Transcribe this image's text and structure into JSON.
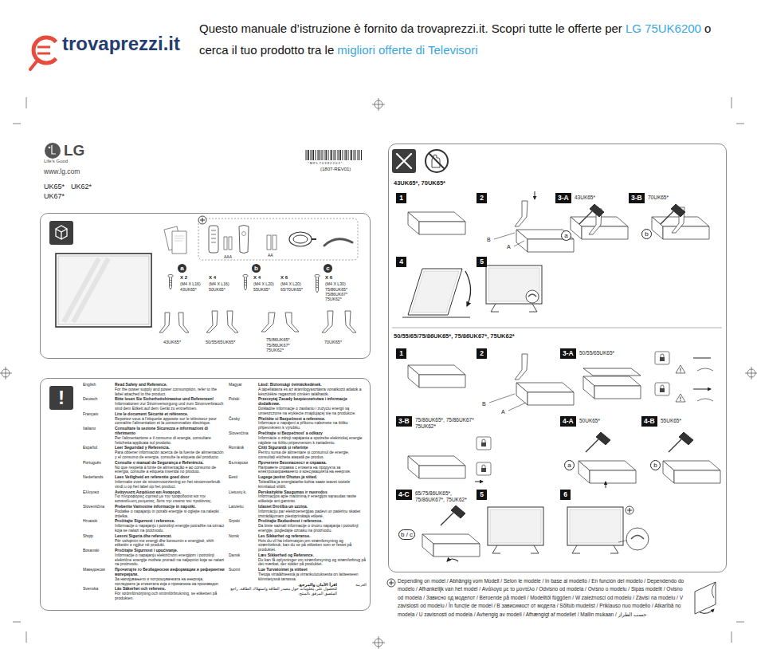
{
  "diagram": {
    "nodes": [
      {
        "text": [
          "AAA",
          "AA",
          "X 2",
          "(M4 X L16)",
          "43UK65*",
          "X 4",
          "(M4 X L16)",
          "50UK65*",
          "X 4",
          "(M4 X L20)",
          "55UK65*",
          "X 6",
          "(M4 X L20)",
          "65/70UK65*",
          "X 6",
          "(M4 X L30)",
          "75/86UK65* 75/86UK67* 75UK62*",
          "43UK65*",
          "50/55/65UK65*",
          "75/86UK65* 75/86UK67* 75UK62*",
          "70UK65*"
        ]
      },
      {
        "text": [
          "a"
        ],
        "in": 0
      },
      {
        "text": [
          "b"
        ],
        "in": 0
      },
      {
        "text": [
          "c"
        ],
        "in": 0
      },
      {
        "text": [
          "English",
          "Read Safety and Reference.",
          "For the power supply and power consumption, refer to the label attached to the product.",
          "Deutsch",
          "Bitte lesen Sie Sicherheitshinweise und Referenzen!",
          "Informationen zur Stromversorgung und zum Stromverbrauch sind dem Etikett auf dem Gerät zu entnehmen.",
          "Français",
          "Lire le document Sécurité et référence.",
          "Reportez-vous à l'étiquette apposée sur le téléviseur pour connaître l'alimentation et la consommation électrique.",
          "Italiano",
          "Consultare la sezione Sicurezza e informazioni di riferimento",
          "Per l'alimentazione e il consumo di energia, consultare l'etichetta applicata sul prodotto.",
          "Español",
          "Leer Seguridad y Referencia.",
          "Para obtener información acerca de la fuente de alimentación y el consumo de energía, consulte la etiqueta del producto.",
          "Português",
          "Consulte o manual de Segurança e Referência.",
          "No que respeita à fonte de alimentação e ao consumo de energia, consulte a etiqueta inserida no produto.",
          "Nederlands",
          "Lees Veiligheid en referentie goed door",
          "Informatie over de stroomvoorziening en het stroomverbruik vindt u op het label op het product.",
          "Ελληνικά",
          "Ανάγνωση Ασφάλεια και Αναφορά.",
          "Για πληροφορίες σχετικά με την τροφοδοσία και την κατανάλωση ρεύματος, δείτε την ετικέτα του προϊόντος.",
          "Slovenščina",
          "Preberite Varnostne informacije in napotki.",
          "Podatke o napajanju in porabi energije si oglejte na nalepki izdelka.",
          "Hrvatski",
          "Pročitajte Sigurnost i reference.",
          "Informacije o napajanju i potrošnji energije potražite na oznaci koja se nalazi na proizvodu.",
          "Shqip",
          "Lexoni Siguria dhe referencat.",
          "Për ushqimin me energji dhe konsumin e energjisë, shih etiketën e ngjitur në produkt.",
          "Bosanski",
          "Pročitajte Sigurnost i upućivanje.",
          "Informacije o napajanju električnom energijom i potrošnji električne energije možete pronaći na naljepnici koja se nalazi na proizvodu.",
          "Македонски",
          "Прочитајте го Безбедносни информации и референтни материјали.",
          "За напојувањето и потрошувачката на енергија, погледнете ја етикетата која е прикачена на производот.",
          "Svenska",
          "Läs Säkerhet och referens.",
          "För strömförsörjning och strömförbrukning, se etiketten på produkten.",
          "Magyar",
          "Lásd: Biztonsági óvintézkedések.",
          "A tápellátásra és az áramfogyasztásra vonatkozó adatok a készülékre ragasztott címkén találhatók.",
          "Polski",
          "Przeczytaj Zasady bezpieczeństwa i informacje dodatkowe.",
          "Dokładne informacje o zasilaniu i zużyciu energii są umieszczone na etykiecie znajdującej się na produkcie.",
          "Česky",
          "Přečtěte si Bezpečnost a reference.",
          "Informace o napájení a příkonu naleznete na štítku připevněném k výrobku.",
          "Slovenčina",
          "Prečítajte si Bezpečnosť a odkazy",
          "Informácie o zdroji napájania a spotrebe elektrickej energie nájdete na štítku pripevnenom k zariadeniu.",
          "Română",
          "Citiți Siguranță și referințe",
          "Pentru sursa de alimentare și consumul de energie, consultați eticheta atașată pe produs.",
          "Български",
          "Прочетете Безопасност и справка.",
          "Направете справка с етикета на продукта за електрозахранването и консумацията на енергия.",
          "Eesti",
          "Lugege jaotist Ohutus ja viited.",
          "Toiteallika ja energiatarbe kohta saate teavet tootele kinnitatud sildilt.",
          "Lietuvių k.",
          "Perskaitykite Saugumas ir nuorodos",
          "Informacijos apie maitinimą ir energijos sąnaudas rasite etiketėje ant gaminio.",
          "Latviešu",
          "Izlasiet Drošība un uzziņa.",
          "Informāciju par elektroenerģijas padevi un patēriņu skatiet izstrādājumam piestiprinātajā etiķetē.",
          "Srpski",
          "Pročitajte Bezbednost i reference.",
          "Da biste saznali informacije o izvoru napajanja i potrošnji energije, pogledajte oznaku na proizvodu.",
          "Norsk",
          "Les Sikkerhet og referanse.",
          "Hvis du vil ha informasjon om strømforsyning og strømforbruk, kan du se på etiketten som er festet på produktet.",
          "Dansk",
          "Læs Sikkerhed og Reference.",
          "Du kan få oplysninger om strømforsyning og strømforbrug på det mærkat, der sidder på produktet.",
          "Suomi",
          "Lue Turvatoimet ja viitteet",
          "Tietoja virtalähteestä ja virrankulutuksesta on laitteeseen kiinnitetyssä tarrassa.",
          "العربية",
          "اقرأ الأمان والمرجع.",
          "للحصول على معلومات حول مصدر الطاقة واستهلاك الطاقة، راجع الملصق المرفق بالمنتج."
        ]
      },
      {
        "text": [
          "!"
        ],
        "in": 4
      },
      {
        "text": [
          "43UK65*, 70UK65*",
          "43UK65*",
          "70UK65*",
          "B",
          "A",
          "50/55/65/75/86UK65*, 75/86UK67*, 75UK62*",
          "50/55/65UK65*",
          "B",
          "A",
          "75/86UK65*, 75/86UK67* 75UK62*",
          "50UK65*",
          "55UK65*",
          "65/75/86UK65*, 75/86UK67*, 75UK62*"
        ]
      },
      {
        "text": [
          "1"
        ],
        "in": 6
      },
      {
        "text": [
          "2"
        ],
        "in": 6
      },
      {
        "text": [
          "3-A"
        ],
        "in": 6
      },
      {
        "text": [
          "a"
        ],
        "in": 6
      },
      {
        "text": [
          "3-B"
        ],
        "in": 6
      },
      {
        "text": [
          "b"
        ],
        "in": 6
      },
      {
        "text": [
          "4"
        ],
        "in": 6
      },
      {
        "text": [
          "5"
        ],
        "in": 6
      },
      {
        "text": [
          "1"
        ],
        "in": 6
      },
      {
        "text": [
          "2"
        ],
        "in": 6
      },
      {
        "text": [
          "3-A"
        ],
        "in": 6
      },
      {
        "text": [
          "3-B"
        ],
        "in": 6
      },
      {
        "text": [
          "4-A"
        ],
        "in": 6
      },
      {
        "text": [
          "a"
        ],
        "in": 6
      },
      {
        "text": [
          "4-B"
        ],
        "in": 6
      },
      {
        "text": [
          "b"
        ],
        "in": 6
      },
      {
        "text": [
          "4-C"
        ],
        "in": 6
      },
      {
        "text": [
          "b / c"
        ],
        "in": 6
      },
      {
        "text": [
          "5"
        ],
        "in": 6
      },
      {
        "text": [
          "6"
        ],
        "in": 6
      }
    ],
    "labels": [
      "Questo manuale d’istruzione è fornito da trovaprezzi.it. Scopri tutte le offerte per",
      "LG 75UK6200",
      "o cerca il tuo prodotto tra le",
      "migliori offerte di Televisori",
      "trovaprezzi.it",
      "LG",
      "Life's Good",
      "www.lg.com",
      "UK65*",
      "UK62*",
      "UK67*",
      "*MFL70382202*",
      "(1807-REV01)",
      "Depending on model / Abhängig vom Modell / Selon le modèle / In base al modello / En función del modelo / Dependendo do modelo / Afhankelijk van het model / Ανάλογα με το μοντέλο / Odvisno od modela / Ovisno o modelu / Sipas modelit / Ovisno od modela / Зависно од моделот / Beroende på modell / Modelltől függően / W zależności od modelu / Závisí na modelu / V závislosti od modelu / În funcție de model / В зависимост от модела / Sõltub mudelist / Priklauso nuo modelio / Atkarībā no modeļa / U zavisnosti od modela / Avhengig av modell / Afhængigt af modellet / Mallin mukaan / حسب الطراز"
    ]
  }
}
